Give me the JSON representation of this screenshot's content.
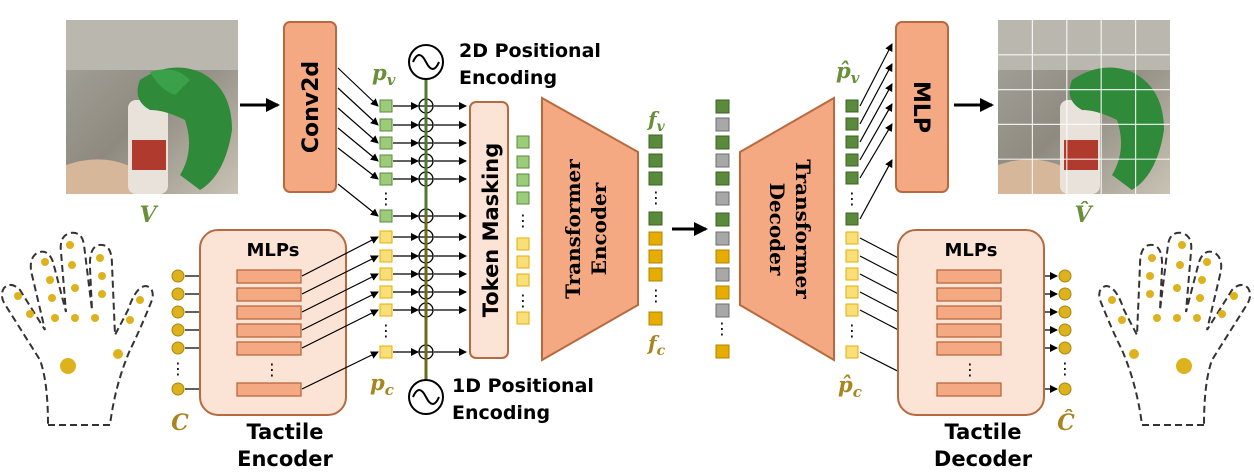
{
  "colors": {
    "block_fill": "#f4a983",
    "block_stroke": "#b86a3f",
    "light_block_fill": "#fbe3d6",
    "visual_green": "#5a8a3c",
    "visual_green_light": "#9ccc7a",
    "tactile_yellow": "#e6ad00",
    "tactile_yellow_light": "#f8df7a",
    "masked_gray": "#a8a8a8",
    "pos_line_green": "#4f7a2c",
    "pos_line_olive": "#6d6a18",
    "tactile_dot": "#ddb21d",
    "label_green": "#6a8f3a",
    "label_olive": "#a78620"
  },
  "encoder": {
    "conv_label": "Conv2d",
    "mlps_label": "MLPs",
    "tactile_title_line1": "Tactile",
    "tactile_title_line2": "Encoder",
    "token_masking_label": "Token Masking",
    "transformer_line1": "Transformer",
    "transformer_line2": "Encoder"
  },
  "positional": {
    "pos2d_line1": "2D Positional",
    "pos2d_line2": "Encoding",
    "pos1d_line1": "1D Positional",
    "pos1d_line2": "Encoding"
  },
  "decoder": {
    "transformer_line1": "Transformer",
    "transformer_line2": "Decoder",
    "mlp_label": "MLP",
    "mlps_label": "MLPs",
    "tactile_title_line1": "Tactile",
    "tactile_title_line2": "Decoder"
  },
  "symbols": {
    "V": "V",
    "C": "C",
    "V_hat": "V̂",
    "C_hat": "Ĉ",
    "p_v": "p",
    "p_v_sub": "v",
    "p_c": "p",
    "p_c_sub": "c",
    "f_v": "f",
    "f_v_sub": "v",
    "f_c": "f",
    "f_c_sub": "c",
    "p_v_hat": "p̂",
    "p_v_hat_sub": "v",
    "p_c_hat": "p̂",
    "p_c_hat_sub": "c",
    "ellipsis": "⋮"
  },
  "images": {
    "input_frame": "hand-grasping-bottle-photo",
    "output_frame": "reconstructed-frame-with-patch-grid"
  },
  "hand_icons": {
    "left": "hand-outline-icon",
    "right": "hand-outline-icon"
  }
}
